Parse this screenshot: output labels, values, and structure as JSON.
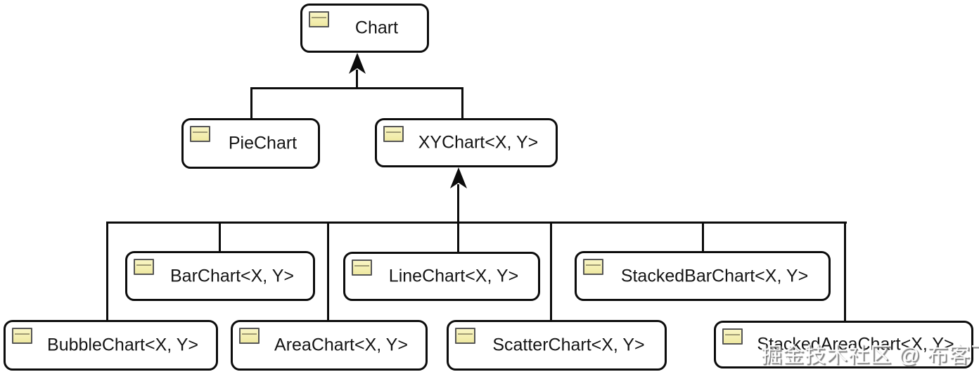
{
  "diagram": {
    "kind": "uml-class-inheritance-diagram",
    "nodes": {
      "chart": {
        "label": "Chart"
      },
      "piechart": {
        "label": "PieChart"
      },
      "xychart": {
        "label": "XYChart<X, Y>"
      },
      "barchart": {
        "label": "BarChart<X, Y>"
      },
      "linechart": {
        "label": "LineChart<X, Y>"
      },
      "stackedbarchart": {
        "label": "StackedBarChart<X, Y>"
      },
      "bubblechart": {
        "label": "BubbleChart<X, Y>"
      },
      "areachart": {
        "label": "AreaChart<X, Y>"
      },
      "scatterchart": {
        "label": "ScatterChart<X, Y>"
      },
      "stackedareachart": {
        "label": "StackedAreaChart<X, Y>"
      }
    },
    "edges": [
      {
        "from": "PieChart",
        "to": "Chart",
        "type": "inheritance"
      },
      {
        "from": "XYChart<X, Y>",
        "to": "Chart",
        "type": "inheritance"
      },
      {
        "from": "BarChart<X, Y>",
        "to": "XYChart<X, Y>",
        "type": "inheritance"
      },
      {
        "from": "LineChart<X, Y>",
        "to": "XYChart<X, Y>",
        "type": "inheritance"
      },
      {
        "from": "StackedBarChart<X, Y>",
        "to": "XYChart<X, Y>",
        "type": "inheritance"
      },
      {
        "from": "BubbleChart<X, Y>",
        "to": "XYChart<X, Y>",
        "type": "inheritance"
      },
      {
        "from": "AreaChart<X, Y>",
        "to": "XYChart<X, Y>",
        "type": "inheritance"
      },
      {
        "from": "ScatterChart<X, Y>",
        "to": "XYChart<X, Y>",
        "type": "inheritance"
      },
      {
        "from": "StackedAreaChart<X, Y>",
        "to": "XYChart<X, Y>",
        "type": "inheritance"
      }
    ],
    "class_icon": {
      "name": "class-icon",
      "fill": "#f4efae",
      "border": "#565656",
      "line": "#a09b74"
    },
    "colors": {
      "background": "#ffffff",
      "box_fill": "#ffffff",
      "box_border": "#0c0c0c",
      "connector": "#0c0c0c",
      "text": "#141414"
    }
  },
  "watermark": {
    "text": "掘金技术社区 @ 布客飞龙",
    "color": "#6e6e6e"
  }
}
